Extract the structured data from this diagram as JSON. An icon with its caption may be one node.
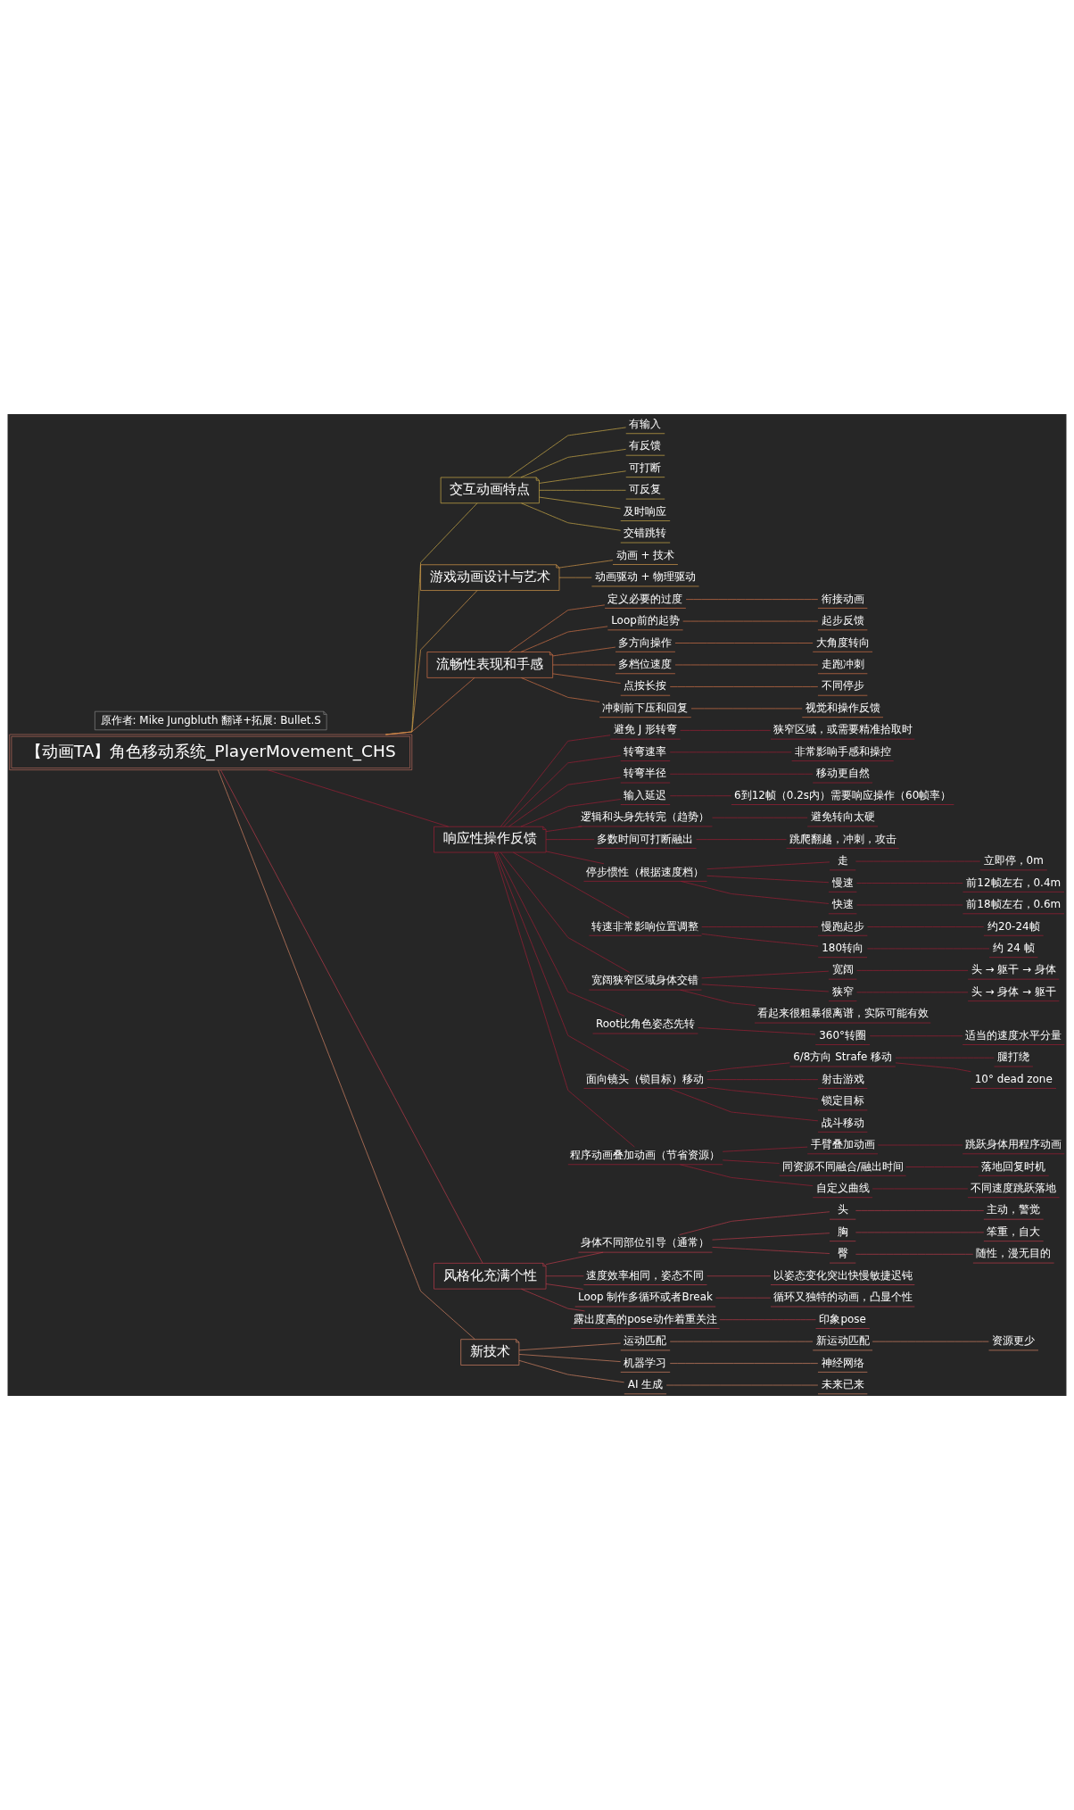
{
  "diagram": {
    "nodes": [
      {
        "text": [
          "【动画TA】角色移动系统_PlayerMovement_CHS"
        ]
      },
      {
        "text": [
          "原作者: Mike Jungbluth 翻译+拓展: Bullet.S"
        ]
      },
      {
        "text": [
          "交互动画特点"
        ]
      },
      {
        "text": [
          "有输入"
        ]
      },
      {
        "text": [
          "有反馈"
        ]
      },
      {
        "text": [
          "可打断"
        ]
      },
      {
        "text": [
          "可反复"
        ]
      },
      {
        "text": [
          "及时响应"
        ]
      },
      {
        "text": [
          "交错跳转"
        ]
      },
      {
        "text": [
          "游戏动画设计与艺术"
        ]
      },
      {
        "text": [
          "动画 + 技术"
        ]
      },
      {
        "text": [
          "动画驱动 + 物理驱动"
        ]
      },
      {
        "text": [
          "流畅性表现和手感"
        ]
      },
      {
        "text": [
          "定义必要的过度"
        ]
      },
      {
        "text": [
          "衔接动画"
        ]
      },
      {
        "text": [
          "Loop前的起势"
        ]
      },
      {
        "text": [
          "起步反馈"
        ]
      },
      {
        "text": [
          "多方向操作"
        ]
      },
      {
        "text": [
          "大角度转向"
        ]
      },
      {
        "text": [
          "多档位速度"
        ]
      },
      {
        "text": [
          "走跑冲刺"
        ]
      },
      {
        "text": [
          "点按长按"
        ]
      },
      {
        "text": [
          "不同停步"
        ]
      },
      {
        "text": [
          "冲刺前下压和回复"
        ]
      },
      {
        "text": [
          "视觉和操作反馈"
        ]
      },
      {
        "text": [
          "响应性操作反馈"
        ]
      },
      {
        "text": [
          "避免 J 形转弯"
        ]
      },
      {
        "text": [
          "狭窄区域，或需要精准拾取时"
        ]
      },
      {
        "text": [
          "转弯速率"
        ]
      },
      {
        "text": [
          "非常影响手感和操控"
        ]
      },
      {
        "text": [
          "转弯半径"
        ]
      },
      {
        "text": [
          "移动更自然"
        ]
      },
      {
        "text": [
          "输入延迟"
        ]
      },
      {
        "text": [
          "6到12帧（0.2s内）需要响应操作（60帧率）"
        ]
      },
      {
        "text": [
          "逻辑和头身先转完（趋势）"
        ]
      },
      {
        "text": [
          "避免转向太硬"
        ]
      },
      {
        "text": [
          "多数时间可打断融出"
        ]
      },
      {
        "text": [
          "跳爬翻越，冲刺，攻击"
        ]
      },
      {
        "text": [
          "停步惯性（根据速度档）"
        ]
      },
      {
        "text": [
          "走"
        ]
      },
      {
        "text": [
          "立即停，0m"
        ]
      },
      {
        "text": [
          "慢速"
        ]
      },
      {
        "text": [
          "前12帧左右，0.4m"
        ]
      },
      {
        "text": [
          "快速"
        ]
      },
      {
        "text": [
          "前18帧左右，0.6m"
        ]
      },
      {
        "text": [
          "转速非常影响位置调整"
        ]
      },
      {
        "text": [
          "慢跑起步"
        ]
      },
      {
        "text": [
          "约20-24帧"
        ]
      },
      {
        "text": [
          "180转向"
        ]
      },
      {
        "text": [
          "约 24 帧"
        ]
      },
      {
        "text": [
          "宽阔狭窄区域身体交错"
        ]
      },
      {
        "text": [
          "宽阔"
        ]
      },
      {
        "text": [
          "头 → 躯干 → 身体"
        ]
      },
      {
        "text": [
          "狭窄"
        ]
      },
      {
        "text": [
          "头 → 身体 → 躯干"
        ]
      },
      {
        "text": [
          "看起来很粗暴很离谱，实际可能有效"
        ]
      },
      {
        "text": [
          "Root比角色姿态先转"
        ]
      },
      {
        "text": [
          "360°转圈"
        ]
      },
      {
        "text": [
          "适当的速度水平分量"
        ]
      },
      {
        "text": [
          "面向镜头（锁目标）移动"
        ]
      },
      {
        "text": [
          "6/8方向 Strafe 移动"
        ]
      },
      {
        "text": [
          "腿打绕"
        ]
      },
      {
        "text": [
          "10° dead zone"
        ]
      },
      {
        "text": [
          "射击游戏"
        ]
      },
      {
        "text": [
          "锁定目标"
        ]
      },
      {
        "text": [
          "战斗移动"
        ]
      },
      {
        "text": [
          "程序动画叠加动画（节省资源）"
        ]
      },
      {
        "text": [
          "手臂叠加动画"
        ]
      },
      {
        "text": [
          "跳跃身体用程序动画"
        ]
      },
      {
        "text": [
          "同资源不同融合/融出时间"
        ]
      },
      {
        "text": [
          "落地回复时机"
        ]
      },
      {
        "text": [
          "自定义曲线"
        ]
      },
      {
        "text": [
          "不同速度跳跃落地"
        ]
      },
      {
        "text": [
          "风格化充满个性"
        ]
      },
      {
        "text": [
          "身体不同部位引导（通常）"
        ]
      },
      {
        "text": [
          "头"
        ]
      },
      {
        "text": [
          "主动，警觉"
        ]
      },
      {
        "text": [
          "胸"
        ]
      },
      {
        "text": [
          "笨重，自大"
        ]
      },
      {
        "text": [
          "臀"
        ]
      },
      {
        "text": [
          "随性，漫无目的"
        ]
      },
      {
        "text": [
          "速度效率相同，姿态不同"
        ]
      },
      {
        "text": [
          "以姿态变化突出快慢敏捷迟钝"
        ]
      },
      {
        "text": [
          "Loop 制作多循环或者Break"
        ]
      },
      {
        "text": [
          "循环又独特的动画，凸显个性"
        ]
      },
      {
        "text": [
          "露出度高的pose动作着重关注"
        ]
      },
      {
        "text": [
          "印象pose"
        ]
      },
      {
        "text": [
          "新技术"
        ]
      },
      {
        "text": [
          "运动匹配"
        ]
      },
      {
        "text": [
          "新运动匹配"
        ]
      },
      {
        "text": [
          "资源更少"
        ]
      },
      {
        "text": [
          "机器学习"
        ]
      },
      {
        "text": [
          "神经网络"
        ]
      },
      {
        "text": [
          "AI 生成"
        ]
      },
      {
        "text": [
          "未来已来"
        ]
      }
    ],
    "edges": [
      {
        "from": 0,
        "to": 2,
        "arrow": "none",
        "color": "#d9b54a"
      },
      {
        "from": 2,
        "to": 3,
        "arrow": "none",
        "color": "#d9b54a"
      },
      {
        "from": 2,
        "to": 4,
        "arrow": "none",
        "color": "#d9b54a"
      },
      {
        "from": 2,
        "to": 5,
        "arrow": "none",
        "color": "#d9b54a"
      },
      {
        "from": 2,
        "to": 6,
        "arrow": "none",
        "color": "#d9b54a"
      },
      {
        "from": 2,
        "to": 7,
        "arrow": "none",
        "color": "#d9b54a"
      },
      {
        "from": 2,
        "to": 8,
        "arrow": "none",
        "color": "#d9b54a"
      },
      {
        "from": 0,
        "to": 9,
        "arrow": "none",
        "color": "#e3a24e"
      },
      {
        "from": 9,
        "to": 10,
        "arrow": "none",
        "color": "#e3a24e"
      },
      {
        "from": 9,
        "to": 11,
        "arrow": "none",
        "color": "#e3a24e"
      },
      {
        "from": 0,
        "to": 12,
        "arrow": "none",
        "color": "#e0784a"
      },
      {
        "from": 12,
        "to": 13,
        "arrow": "none",
        "color": "#e0784a"
      },
      {
        "from": 13,
        "to": 14,
        "arrow": "none",
        "color": "#e0784a"
      },
      {
        "from": 12,
        "to": 15,
        "arrow": "none",
        "color": "#e0784a"
      },
      {
        "from": 15,
        "to": 16,
        "arrow": "none",
        "color": "#e0784a"
      },
      {
        "from": 12,
        "to": 17,
        "arrow": "none",
        "color": "#e0784a"
      },
      {
        "from": 17,
        "to": 18,
        "arrow": "none",
        "color": "#e0784a"
      },
      {
        "from": 12,
        "to": 19,
        "arrow": "none",
        "color": "#e0784a"
      },
      {
        "from": 19,
        "to": 20,
        "arrow": "none",
        "color": "#e0784a"
      },
      {
        "from": 12,
        "to": 21,
        "arrow": "none",
        "color": "#e0784a"
      },
      {
        "from": 21,
        "to": 22,
        "arrow": "none",
        "color": "#e0784a"
      },
      {
        "from": 12,
        "to": 23,
        "arrow": "none",
        "color": "#e0784a"
      },
      {
        "from": 23,
        "to": 24,
        "arrow": "none",
        "color": "#e0784a"
      },
      {
        "from": 0,
        "to": 25,
        "arrow": "none"
      },
      {
        "from": 25,
        "to": 26,
        "arrow": "none"
      },
      {
        "from": 26,
        "to": 27,
        "arrow": "none"
      },
      {
        "from": 25,
        "to": 28,
        "arrow": "none"
      },
      {
        "from": 28,
        "to": 29,
        "arrow": "none"
      },
      {
        "from": 25,
        "to": 30,
        "arrow": "none"
      },
      {
        "from": 30,
        "to": 31,
        "arrow": "none"
      },
      {
        "from": 25,
        "to": 32,
        "arrow": "none"
      },
      {
        "from": 32,
        "to": 33,
        "arrow": "none"
      },
      {
        "from": 25,
        "to": 34,
        "arrow": "none"
      },
      {
        "from": 34,
        "to": 35,
        "arrow": "none"
      },
      {
        "from": 25,
        "to": 36,
        "arrow": "none"
      },
      {
        "from": 36,
        "to": 37,
        "arrow": "none"
      },
      {
        "from": 25,
        "to": 38,
        "arrow": "none"
      },
      {
        "from": 38,
        "to": 39,
        "arrow": "none"
      },
      {
        "from": 39,
        "to": 40,
        "arrow": "none"
      },
      {
        "from": 38,
        "to": 41,
        "arrow": "none"
      },
      {
        "from": 41,
        "to": 42,
        "arrow": "none"
      },
      {
        "from": 38,
        "to": 43,
        "arrow": "none"
      },
      {
        "from": 43,
        "to": 44,
        "arrow": "none"
      },
      {
        "from": 25,
        "to": 45,
        "arrow": "none"
      },
      {
        "from": 45,
        "to": 46,
        "arrow": "none"
      },
      {
        "from": 46,
        "to": 47,
        "arrow": "none"
      },
      {
        "from": 45,
        "to": 48,
        "arrow": "none"
      },
      {
        "from": 48,
        "to": 49,
        "arrow": "none"
      },
      {
        "from": 25,
        "to": 50,
        "arrow": "none"
      },
      {
        "from": 50,
        "to": 51,
        "arrow": "none"
      },
      {
        "from": 51,
        "to": 52,
        "arrow": "none"
      },
      {
        "from": 50,
        "to": 53,
        "arrow": "none"
      },
      {
        "from": 53,
        "to": 54,
        "arrow": "none"
      },
      {
        "from": 50,
        "to": 55,
        "arrow": "none"
      },
      {
        "from": 25,
        "to": 56,
        "arrow": "none"
      },
      {
        "from": 56,
        "to": 57,
        "arrow": "none"
      },
      {
        "from": 57,
        "to": 58,
        "arrow": "none"
      },
      {
        "from": 25,
        "to": 59,
        "arrow": "none"
      },
      {
        "from": 59,
        "to": 60,
        "arrow": "none"
      },
      {
        "from": 60,
        "to": 61,
        "arrow": "none"
      },
      {
        "from": 60,
        "to": 62,
        "arrow": "none"
      },
      {
        "from": 59,
        "to": 63,
        "arrow": "none"
      },
      {
        "from": 59,
        "to": 64,
        "arrow": "none"
      },
      {
        "from": 59,
        "to": 65,
        "arrow": "none"
      },
      {
        "from": 25,
        "to": 66,
        "arrow": "none"
      },
      {
        "from": 66,
        "to": 67,
        "arrow": "none"
      },
      {
        "from": 67,
        "to": 68,
        "arrow": "none"
      },
      {
        "from": 66,
        "to": 69,
        "arrow": "none"
      },
      {
        "from": 69,
        "to": 70,
        "arrow": "none"
      },
      {
        "from": 66,
        "to": 71,
        "arrow": "none"
      },
      {
        "from": 71,
        "to": 72,
        "arrow": "none"
      },
      {
        "from": 0,
        "to": 73,
        "arrow": "none",
        "color": "#c23a4c"
      },
      {
        "from": 73,
        "to": 74,
        "arrow": "none",
        "color": "#c23a4c"
      },
      {
        "from": 74,
        "to": 75,
        "arrow": "none",
        "color": "#c23a4c"
      },
      {
        "from": 75,
        "to": 76,
        "arrow": "none",
        "color": "#c23a4c"
      },
      {
        "from": 74,
        "to": 77,
        "arrow": "none",
        "color": "#c23a4c"
      },
      {
        "from": 77,
        "to": 78,
        "arrow": "none",
        "color": "#c23a4c"
      },
      {
        "from": 74,
        "to": 79,
        "arrow": "none",
        "color": "#c23a4c"
      },
      {
        "from": 79,
        "to": 80,
        "arrow": "none",
        "color": "#c23a4c"
      },
      {
        "from": 73,
        "to": 81,
        "arrow": "none",
        "color": "#c23a4c"
      },
      {
        "from": 81,
        "to": 82,
        "arrow": "none",
        "color": "#c23a4c"
      },
      {
        "from": 73,
        "to": 83,
        "arrow": "none",
        "color": "#c23a4c"
      },
      {
        "from": 83,
        "to": 84,
        "arrow": "none",
        "color": "#c23a4c"
      },
      {
        "from": 73,
        "to": 85,
        "arrow": "none",
        "color": "#c23a4c"
      },
      {
        "from": 85,
        "to": 86,
        "arrow": "none",
        "color": "#c23a4c"
      },
      {
        "from": 0,
        "to": 87,
        "arrow": "none",
        "color": "#e08a68"
      },
      {
        "from": 87,
        "to": 88,
        "arrow": "none",
        "color": "#e08a68"
      },
      {
        "from": 88,
        "to": 89,
        "arrow": "none",
        "color": "#e08a68"
      },
      {
        "from": 89,
        "to": 90,
        "arrow": "none",
        "color": "#e08a68"
      },
      {
        "from": 87,
        "to": 91,
        "arrow": "none",
        "color": "#e08a68"
      },
      {
        "from": 91,
        "to": 92,
        "arrow": "none",
        "color": "#e08a68"
      },
      {
        "from": 87,
        "to": 93,
        "arrow": "none",
        "color": "#e08a68"
      },
      {
        "from": 93,
        "to": 94,
        "arrow": "none",
        "color": "#e08a68"
      }
    ]
  }
}
